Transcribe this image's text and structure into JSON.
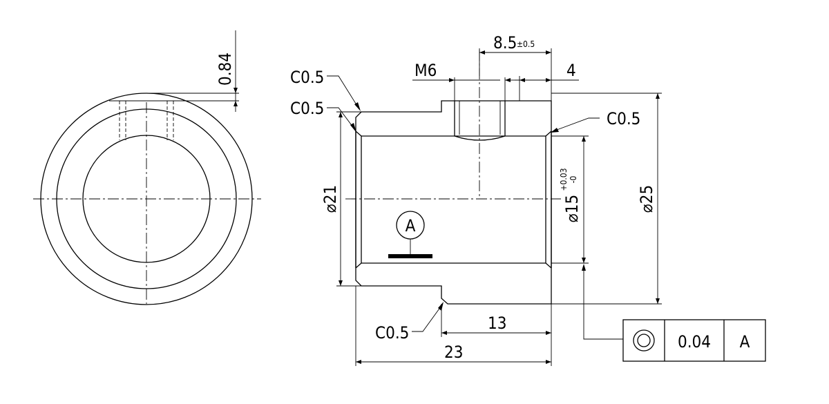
{
  "dimensions": {
    "d084": "0.84",
    "d85": "8.5",
    "d85_tol": "±0.5",
    "m6": "M6",
    "d4": "4",
    "c05_top1": "C0.5",
    "c05_top2": "C0.5",
    "c05_right": "C0.5",
    "c05_bottom": "C0.5",
    "d21": "⌀21",
    "d15": "⌀15",
    "d15_tol_up": "+0.03",
    "d15_tol_low": "-0",
    "d25": "⌀25",
    "d13": "13",
    "d23": "23"
  },
  "datum": {
    "label": "A"
  },
  "tolerance_frame": {
    "value": "0.04",
    "datum": "A"
  }
}
